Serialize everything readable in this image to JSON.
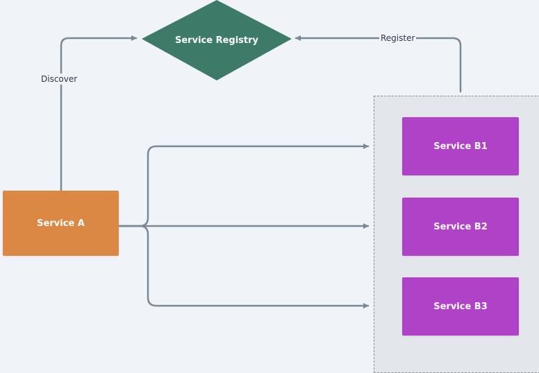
{
  "diagram": {
    "nodes": {
      "registry": {
        "label": "Service Registry",
        "color": "#3d7a68"
      },
      "service_a": {
        "label": "Service A",
        "color": "#dc8845"
      },
      "service_b1": {
        "label": "Service B1",
        "color": "#b042c8"
      },
      "service_b2": {
        "label": "Service B2",
        "color": "#b042c8"
      },
      "service_b3": {
        "label": "Service B3",
        "color": "#b042c8"
      }
    },
    "edges": {
      "discover": {
        "label": "Discover"
      },
      "register": {
        "label": "Register"
      }
    },
    "connector_color": "#7b8794"
  }
}
